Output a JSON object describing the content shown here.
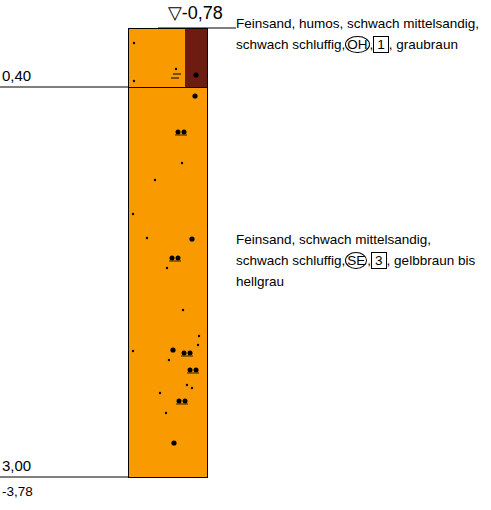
{
  "diagram": {
    "nodes": [
      {
        "text": [
          "Feinsand, humos, schwach mittelsandig, schwach schluffig,",
          "OH",
          ",",
          "1",
          ", graubraun"
        ]
      },
      {
        "text": [
          "Feinsand, schwach mittelsandig, schwach schluffig,",
          "SE",
          ",",
          "3",
          ", gelbbraun bis hellgrau"
        ]
      }
    ],
    "labels": [
      "▽-0,78",
      "0,40",
      "3,00",
      "-3,78"
    ]
  }
}
